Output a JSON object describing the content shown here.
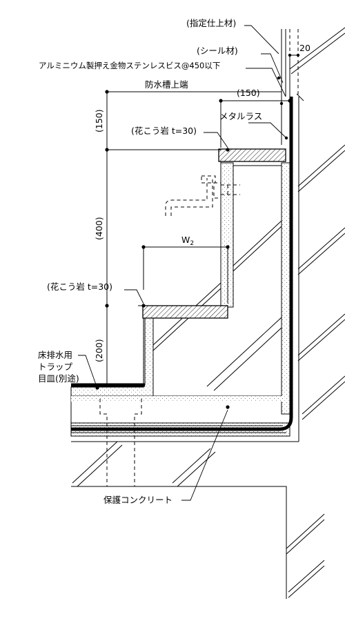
{
  "labels": {
    "finish_material": "(指定仕上材)",
    "sealant": "(シール材)",
    "aluminum_fixture": "アルミニウム製押え金物ステンレスビス@450以下",
    "dim_20": "20",
    "tank_top_edge": "防水槽上端",
    "dim_150_top": "(150)",
    "dim_150_left": "(150)",
    "metal_lath": "メタルラス",
    "granite_upper": "(花こう岩 t=30)",
    "dim_400": "(400)",
    "dim_w2": "W",
    "dim_w2_sub": "2",
    "granite_lower": "(花こう岩 t=30)",
    "dim_200": "(200)",
    "trap_line1": "床排水用",
    "trap_line2": "トラップ",
    "trap_line3": "目皿(別途)",
    "protective_concrete": "保護コンクリート"
  },
  "colors": {
    "ink": "#000000",
    "background": "#ffffff"
  }
}
